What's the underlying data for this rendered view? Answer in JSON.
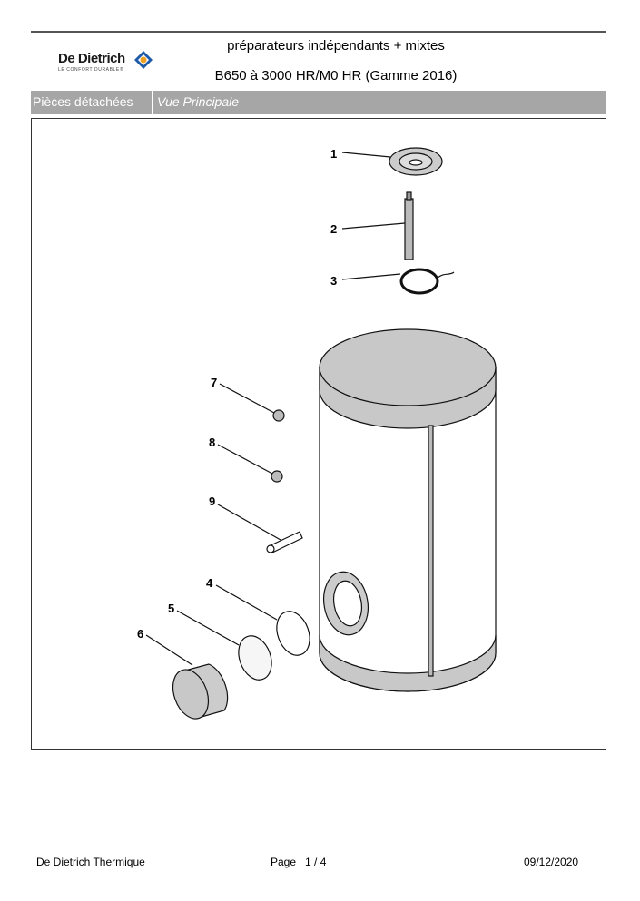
{
  "header": {
    "logo_name": "De Dietrich",
    "logo_tagline": "LE CONFORT DURABLE®",
    "title_line1": "préparateurs indépendants + mixtes",
    "title_line2": "B650 à 3000 HR/M0 HR (Gamme 2016)"
  },
  "section_bar": {
    "category": "Pièces détachées",
    "view": "Vue Principale"
  },
  "diagram": {
    "part_labels": [
      "1",
      "2",
      "3",
      "4",
      "5",
      "6",
      "7",
      "8",
      "9"
    ]
  },
  "footer": {
    "company": "De Dietrich Thermique",
    "page_label": "Page",
    "page_number": "1 / 4",
    "date": "09/12/2020"
  }
}
